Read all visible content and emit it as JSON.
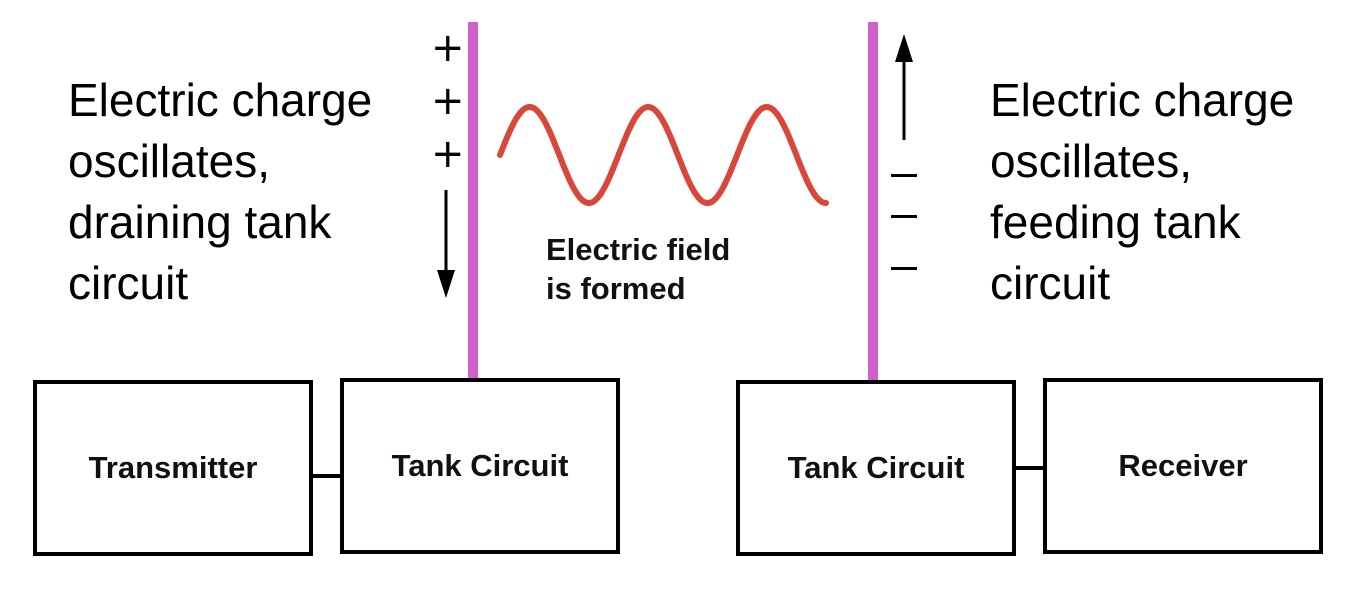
{
  "captions": {
    "left": [
      "Electric charge",
      "oscillates,",
      "draining tank",
      "circuit"
    ],
    "right": [
      "Electric charge",
      "oscillates,",
      "feeding tank",
      "circuit"
    ]
  },
  "field_label": [
    "Electric field",
    "is formed"
  ],
  "boxes": {
    "transmitter": "Transmitter",
    "tank_left": "Tank Circuit",
    "tank_right": "Tank Circuit",
    "receiver": "Receiver"
  },
  "charges": {
    "left_sign": "+",
    "right_sign": "−"
  },
  "colors": {
    "antenna": "#d060cc",
    "wave": "#d9473b",
    "box_border": "#000000",
    "text": "#000000"
  }
}
